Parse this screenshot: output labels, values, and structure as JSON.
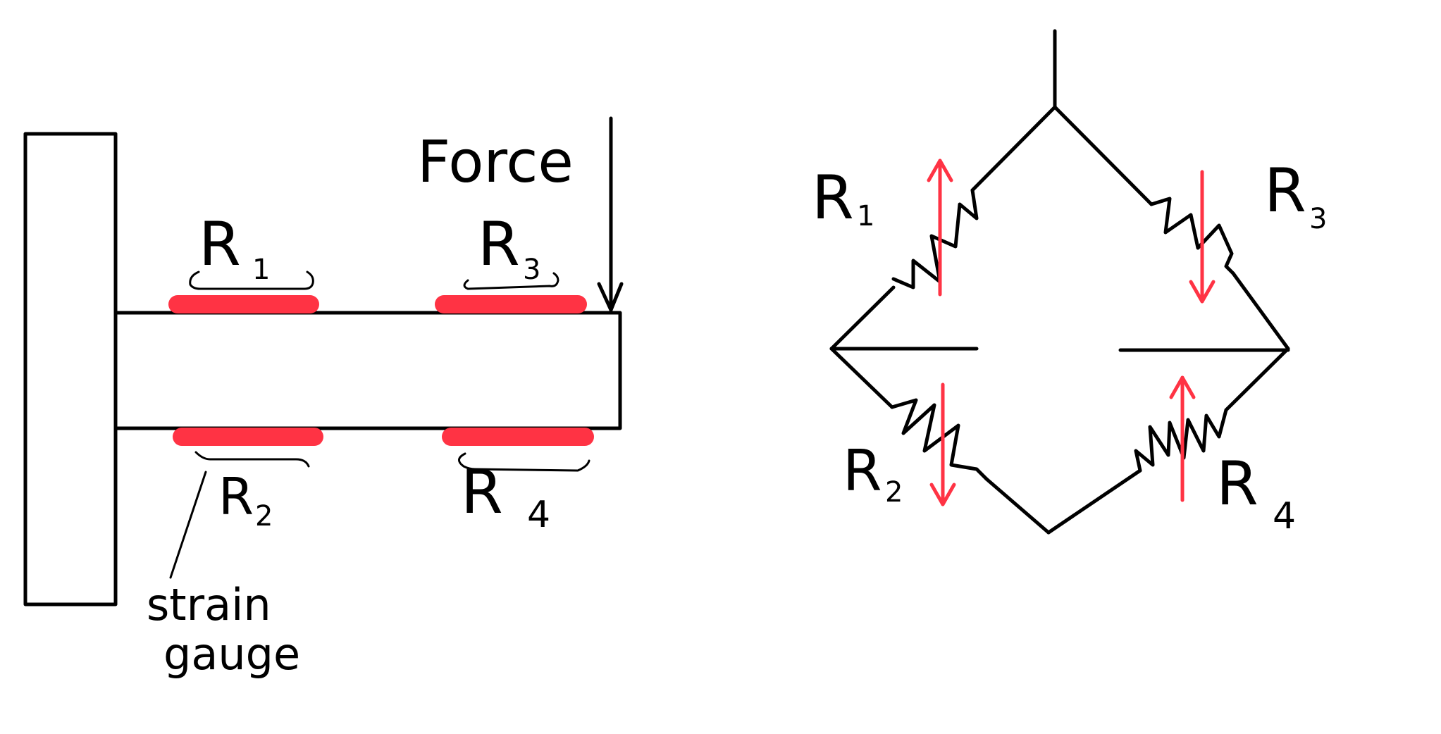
{
  "colors": {
    "ink": "#000000",
    "red": "#ff3344",
    "background": "#ffffff"
  },
  "cantilever": {
    "force_label": "Force",
    "gauge_labels": {
      "r1": {
        "main": "R",
        "sub": "1"
      },
      "r2": {
        "main": "R",
        "sub": "2"
      },
      "r3": {
        "main": "R",
        "sub": "3"
      },
      "r4": {
        "main": "R",
        "sub": "4"
      }
    },
    "strain_gauge_line1": "strain",
    "strain_gauge_line2": "gauge"
  },
  "bridge": {
    "labels": {
      "r1": {
        "main": "R",
        "sub": "1"
      },
      "r2": {
        "main": "R",
        "sub": "2"
      },
      "r3": {
        "main": "R",
        "sub": "3"
      },
      "r4": {
        "main": "R",
        "sub": "4"
      }
    }
  }
}
